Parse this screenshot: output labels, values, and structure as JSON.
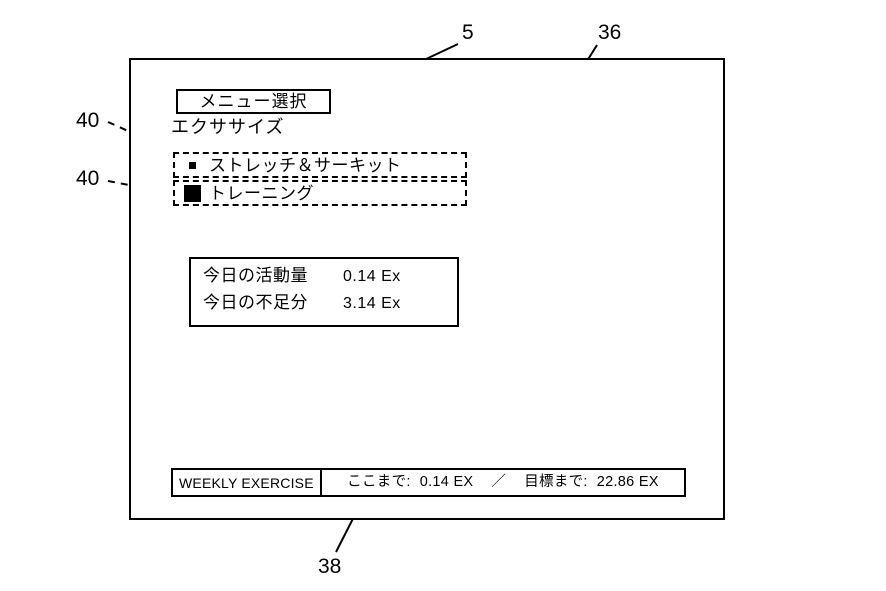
{
  "figure": {
    "reference_numerals": [
      {
        "id": "5",
        "label": "5"
      },
      {
        "id": "36",
        "label": "36"
      },
      {
        "id": "40a",
        "label": "40"
      },
      {
        "id": "40b",
        "label": "40"
      },
      {
        "id": "38",
        "label": "38"
      }
    ]
  },
  "screen": {
    "menu_title": "メニュー選択",
    "category_label": "エクササイズ",
    "menu_options": [
      {
        "label": "ストレッチ＆サーキット",
        "selected": false,
        "marker": "small-filled-square"
      },
      {
        "label": "トレーニング",
        "selected": true,
        "marker": "large-filled-square"
      }
    ],
    "stats": {
      "rows": [
        {
          "label": "今日の活動量",
          "value": "0.14 Ex"
        },
        {
          "label": "今日の不足分",
          "value": "3.14 Ex"
        }
      ]
    },
    "status_bar": {
      "title": "WEEKLY EXERCISE",
      "progress_label": "ここまで:",
      "progress_value": "0.14 EX",
      "separator": "／",
      "goal_label": "目標まで:",
      "goal_value": "22.86 EX"
    }
  }
}
